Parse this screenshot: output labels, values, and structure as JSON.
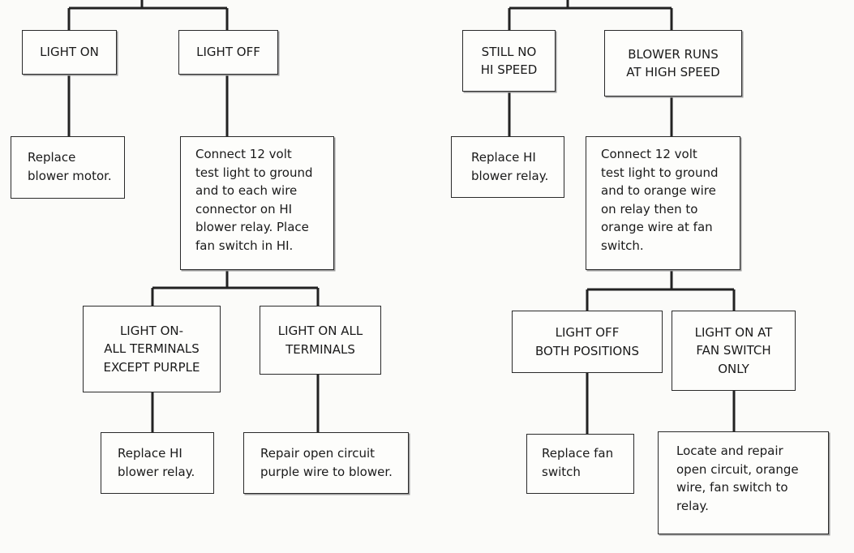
{
  "left_tree": {
    "light_on": "LIGHT ON",
    "light_off": "LIGHT OFF",
    "replace_blower_motor": "Replace\nblower motor.",
    "connect_test_light": "Connect 12 volt\ntest light to ground\nand to each wire\nconnector on HI\nblower relay. Place\nfan switch in HI.",
    "light_on_except_purple": "LIGHT ON-\nALL TERMINALS\nEXCEPT PURPLE",
    "light_on_all_terminals": "LIGHT ON ALL\nTERMINALS",
    "replace_hi_relay": "Replace HI\nblower relay.",
    "repair_purple": "Repair open circuit\npurple wire to blower."
  },
  "right_tree": {
    "still_no_hi": "STILL NO\nHI SPEED",
    "blower_runs_high": "BLOWER RUNS\nAT HIGH SPEED",
    "replace_hi_relay": "Replace HI\nblower relay.",
    "connect_orange": "Connect 12 volt\ntest light to ground\nand to orange wire\non relay then to\norange wire at fan\nswitch.",
    "light_off_both": "LIGHT OFF\nBOTH POSITIONS",
    "light_on_fan_switch": "LIGHT ON AT\nFAN SWITCH\nONLY",
    "replace_fan_switch": "Replace fan\nswitch",
    "locate_repair_orange": "Locate and repair\nopen circuit, orange\nwire, fan switch to\nrelay."
  }
}
